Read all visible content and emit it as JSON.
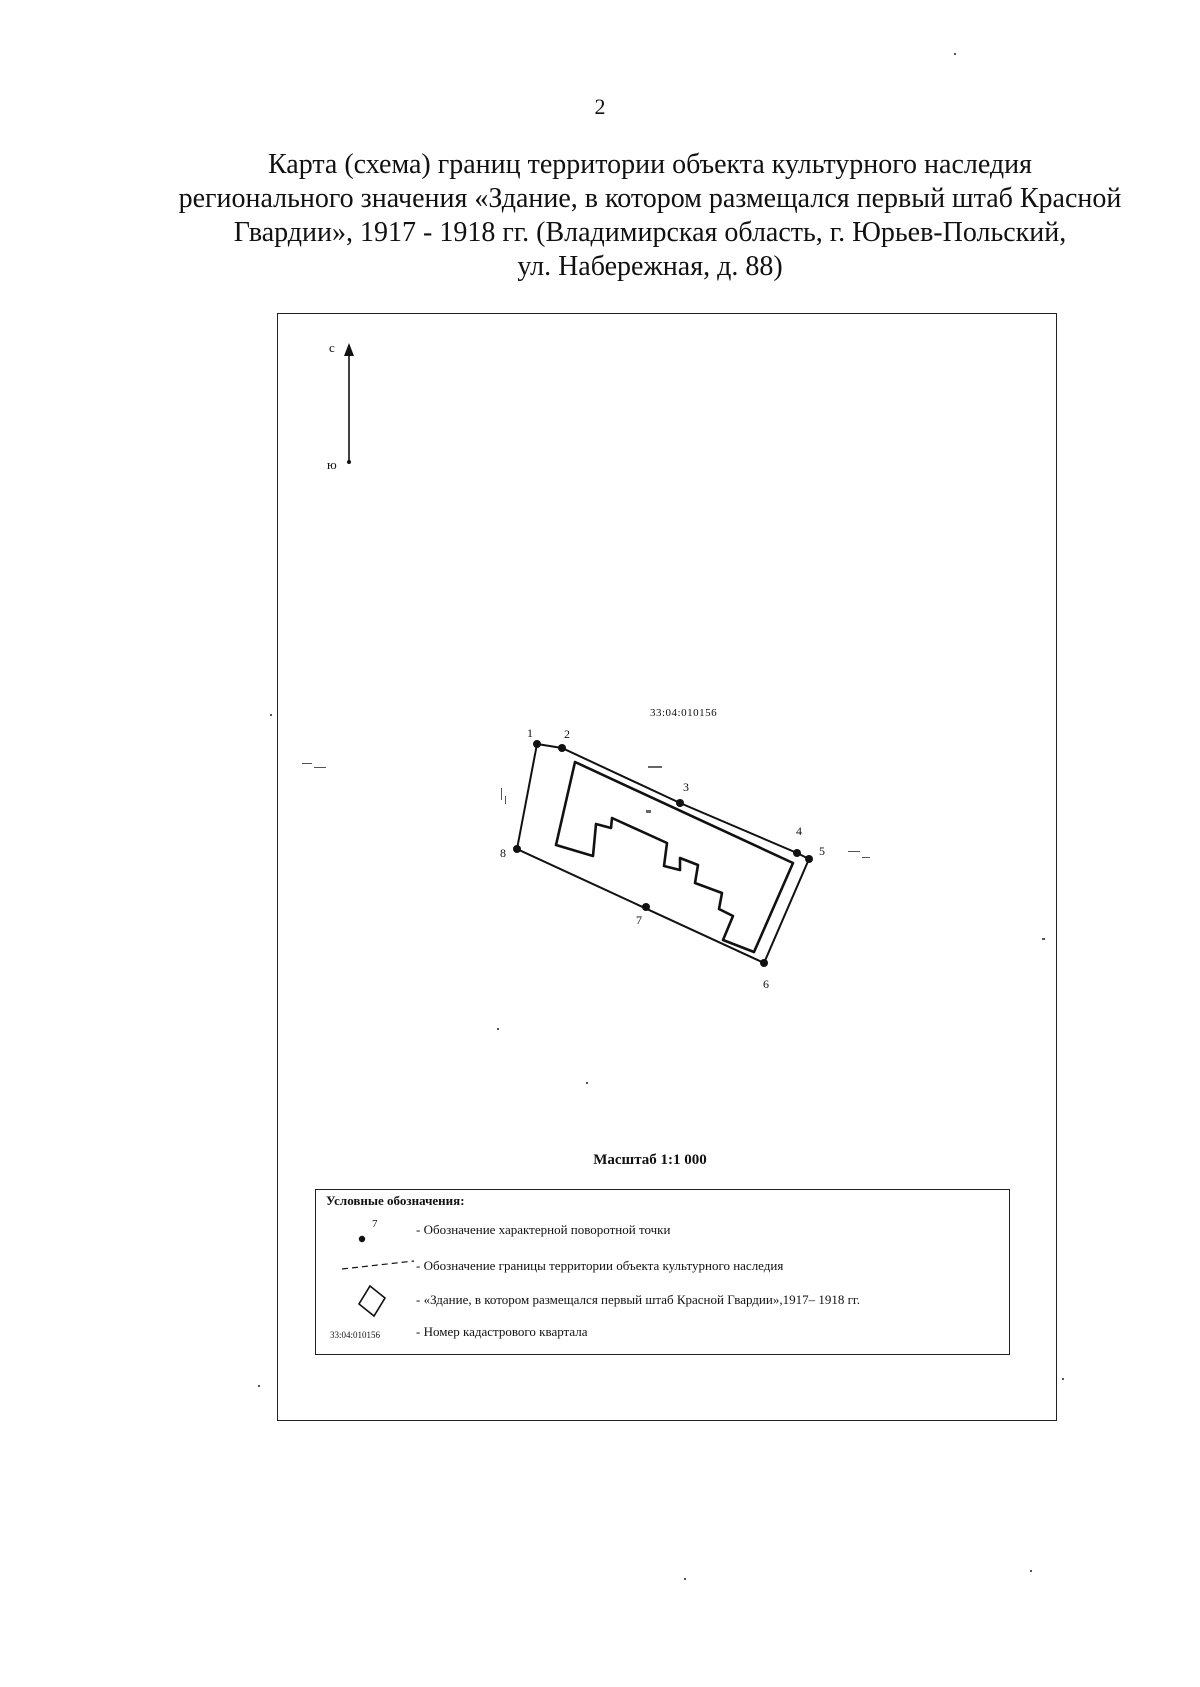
{
  "page_number": "2",
  "title_lines": [
    "Карта (схема) границ территории объекта культурного наследия",
    "регионального значения «Здание, в котором размещался первый штаб Красной",
    "Гвардии», 1917 - 1918 гг. (Владимирская область, г. Юрьев-Польский,",
    "ул. Набережная, д. 88)"
  ],
  "compass": {
    "north_label": "с",
    "south_label": "ю"
  },
  "cadastral_quarter_label": "33:04:010156",
  "boundary_points": [
    {
      "label": "1"
    },
    {
      "label": "2"
    },
    {
      "label": "3"
    },
    {
      "label": "4"
    },
    {
      "label": "5"
    },
    {
      "label": "6"
    },
    {
      "label": "7"
    },
    {
      "label": "8"
    }
  ],
  "scale_text": "Масштаб 1:1 000",
  "legend": {
    "title": "Условные обозначения:",
    "point_symbol_label": "7",
    "cadastral_symbol_label": "33:04:010156",
    "items": [
      {
        "text": "- Обозначение характерной поворотной точки",
        "symbol": "point"
      },
      {
        "text": "- Обозначение границы территории объекта культурного наследия",
        "symbol": "boundary-line"
      },
      {
        "text": "- «Здание, в котором размещался первый штаб Красной Гвардии»,1917– 1918 гг.",
        "symbol": "building"
      },
      {
        "text": "- Номер кадастрового квартала",
        "symbol": "cadastral-number"
      }
    ]
  },
  "colors": {
    "ink": "#111111",
    "paper": "#ffffff"
  }
}
